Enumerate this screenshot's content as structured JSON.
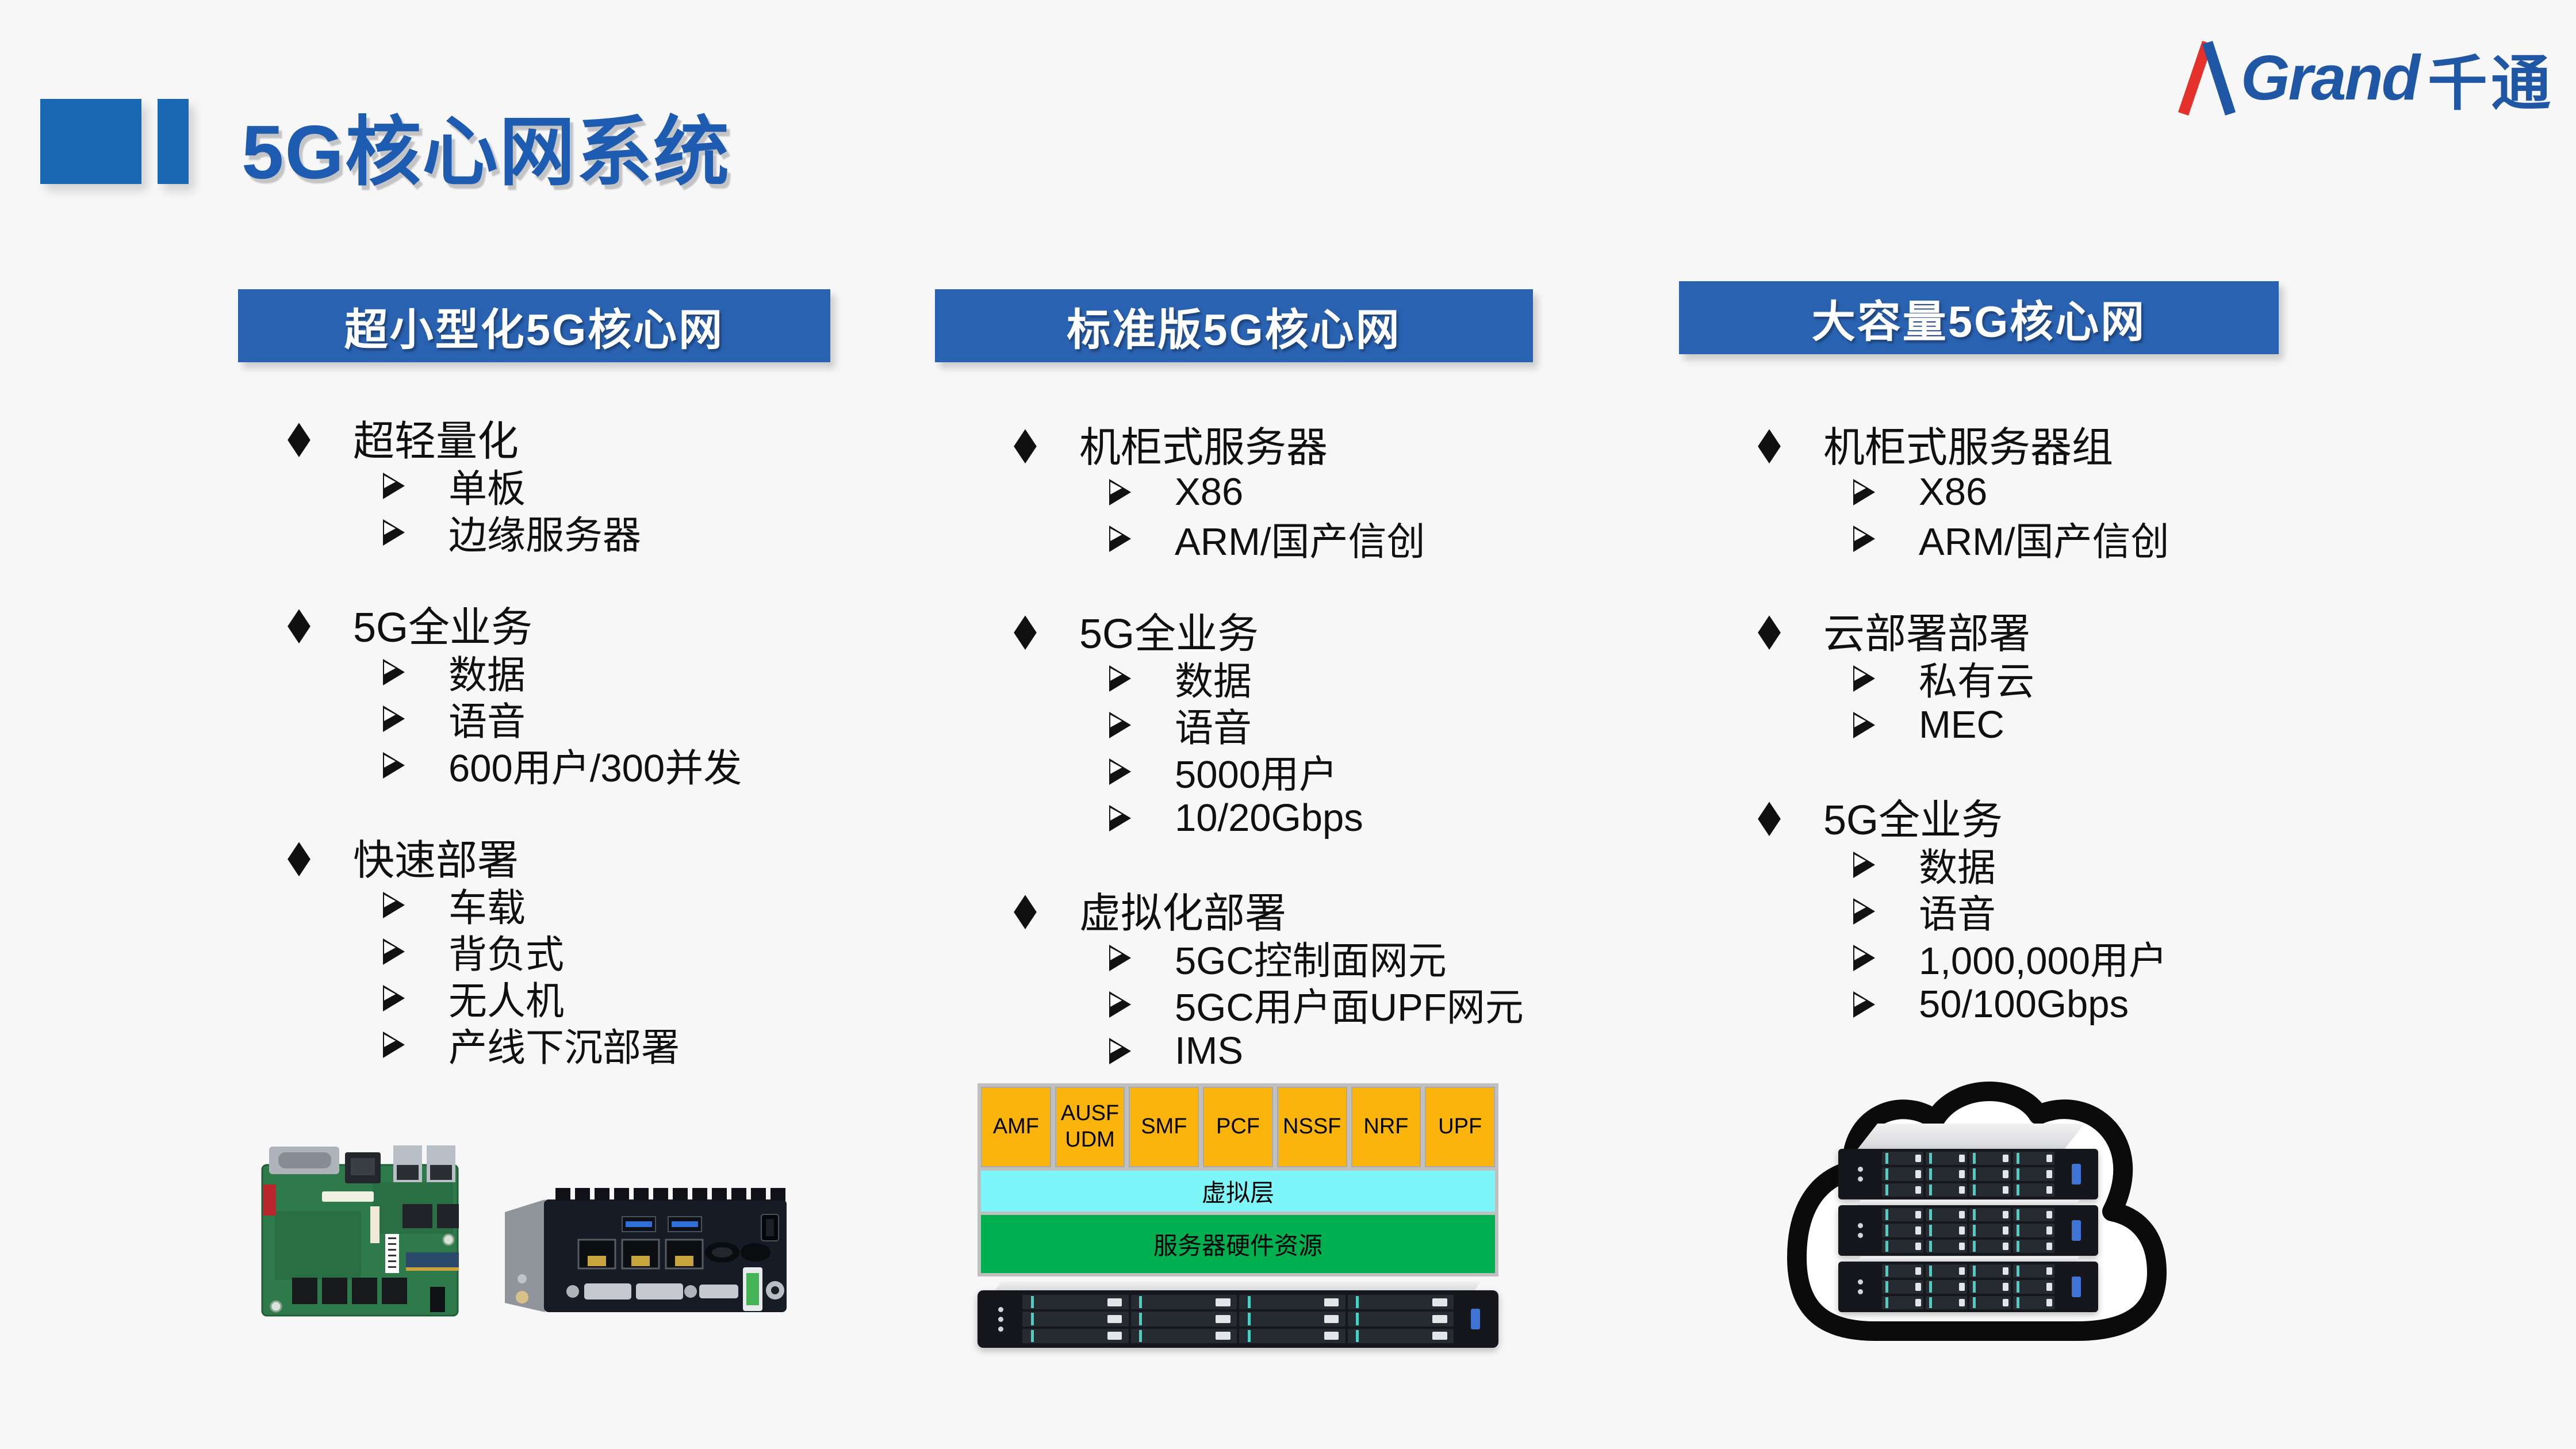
{
  "page": {
    "background_color": "#f7f7f8"
  },
  "decor": {
    "color": "#1a67b4"
  },
  "title": {
    "text": "5G核心网系统",
    "color": "#1d5cb0"
  },
  "logo": {
    "mark": "lambda-mark",
    "mark_red": "#e5312b",
    "brand_blue": "#1f57a5",
    "brand_latin": "Grand",
    "brand_cn": "千通"
  },
  "header_style": {
    "background": "#2a62b2",
    "text_color": "#ffffff"
  },
  "bullets": {
    "level1_icon": "black-diamond",
    "level2_icon": "3d-arrowhead"
  },
  "columns": [
    {
      "header": "超小型化5G核心网",
      "groups": [
        {
          "title": "超轻量化",
          "items": [
            "单板",
            "边缘服务器"
          ]
        },
        {
          "title": "5G全业务",
          "items": [
            "数据",
            "语音",
            "600用户/300并发"
          ]
        },
        {
          "title": "快速部署",
          "items": [
            "车载",
            "背负式",
            "无人机",
            "产线下沉部署"
          ]
        }
      ],
      "images": [
        "single-board-computer-photo",
        "embedded-box-pc-photo"
      ]
    },
    {
      "header": "标准版5G核心网",
      "groups": [
        {
          "title": "机柜式服务器",
          "items": [
            "X86",
            "ARM/国产信创"
          ]
        },
        {
          "title": "5G全业务",
          "items": [
            "数据",
            "语音",
            "5000用户",
            "10/20Gbps"
          ]
        },
        {
          "title": "虚拟化部署",
          "items": [
            "5GC控制面网元",
            "5GC用户面UPF网元",
            "IMS"
          ]
        }
      ],
      "diagram": {
        "nf_boxes": [
          "AMF",
          "AUSF UDM",
          "SMF",
          "PCF",
          "NSSF",
          "NRF",
          "UPF"
        ],
        "virt_layer": "虚拟层",
        "hw_layer": "服务器硬件资源",
        "nf_color": "#fbb40c",
        "virt_color": "#7df6f9",
        "hw_color": "#00B050",
        "frame_color": "#c0c0c0"
      },
      "images": [
        "rack-server-photo"
      ]
    },
    {
      "header": "大容量5G核心网",
      "groups": [
        {
          "title": "机柜式服务器组",
          "items": [
            "X86",
            "ARM/国产信创"
          ]
        },
        {
          "title": "云部署部署",
          "items": [
            "私有云",
            "MEC"
          ]
        },
        {
          "title": "5G全业务",
          "items": [
            "数据",
            "语音",
            "1,000,000用户",
            "50/100Gbps"
          ]
        }
      ],
      "images": [
        "cloud-rack-server-cluster-photo"
      ]
    }
  ]
}
